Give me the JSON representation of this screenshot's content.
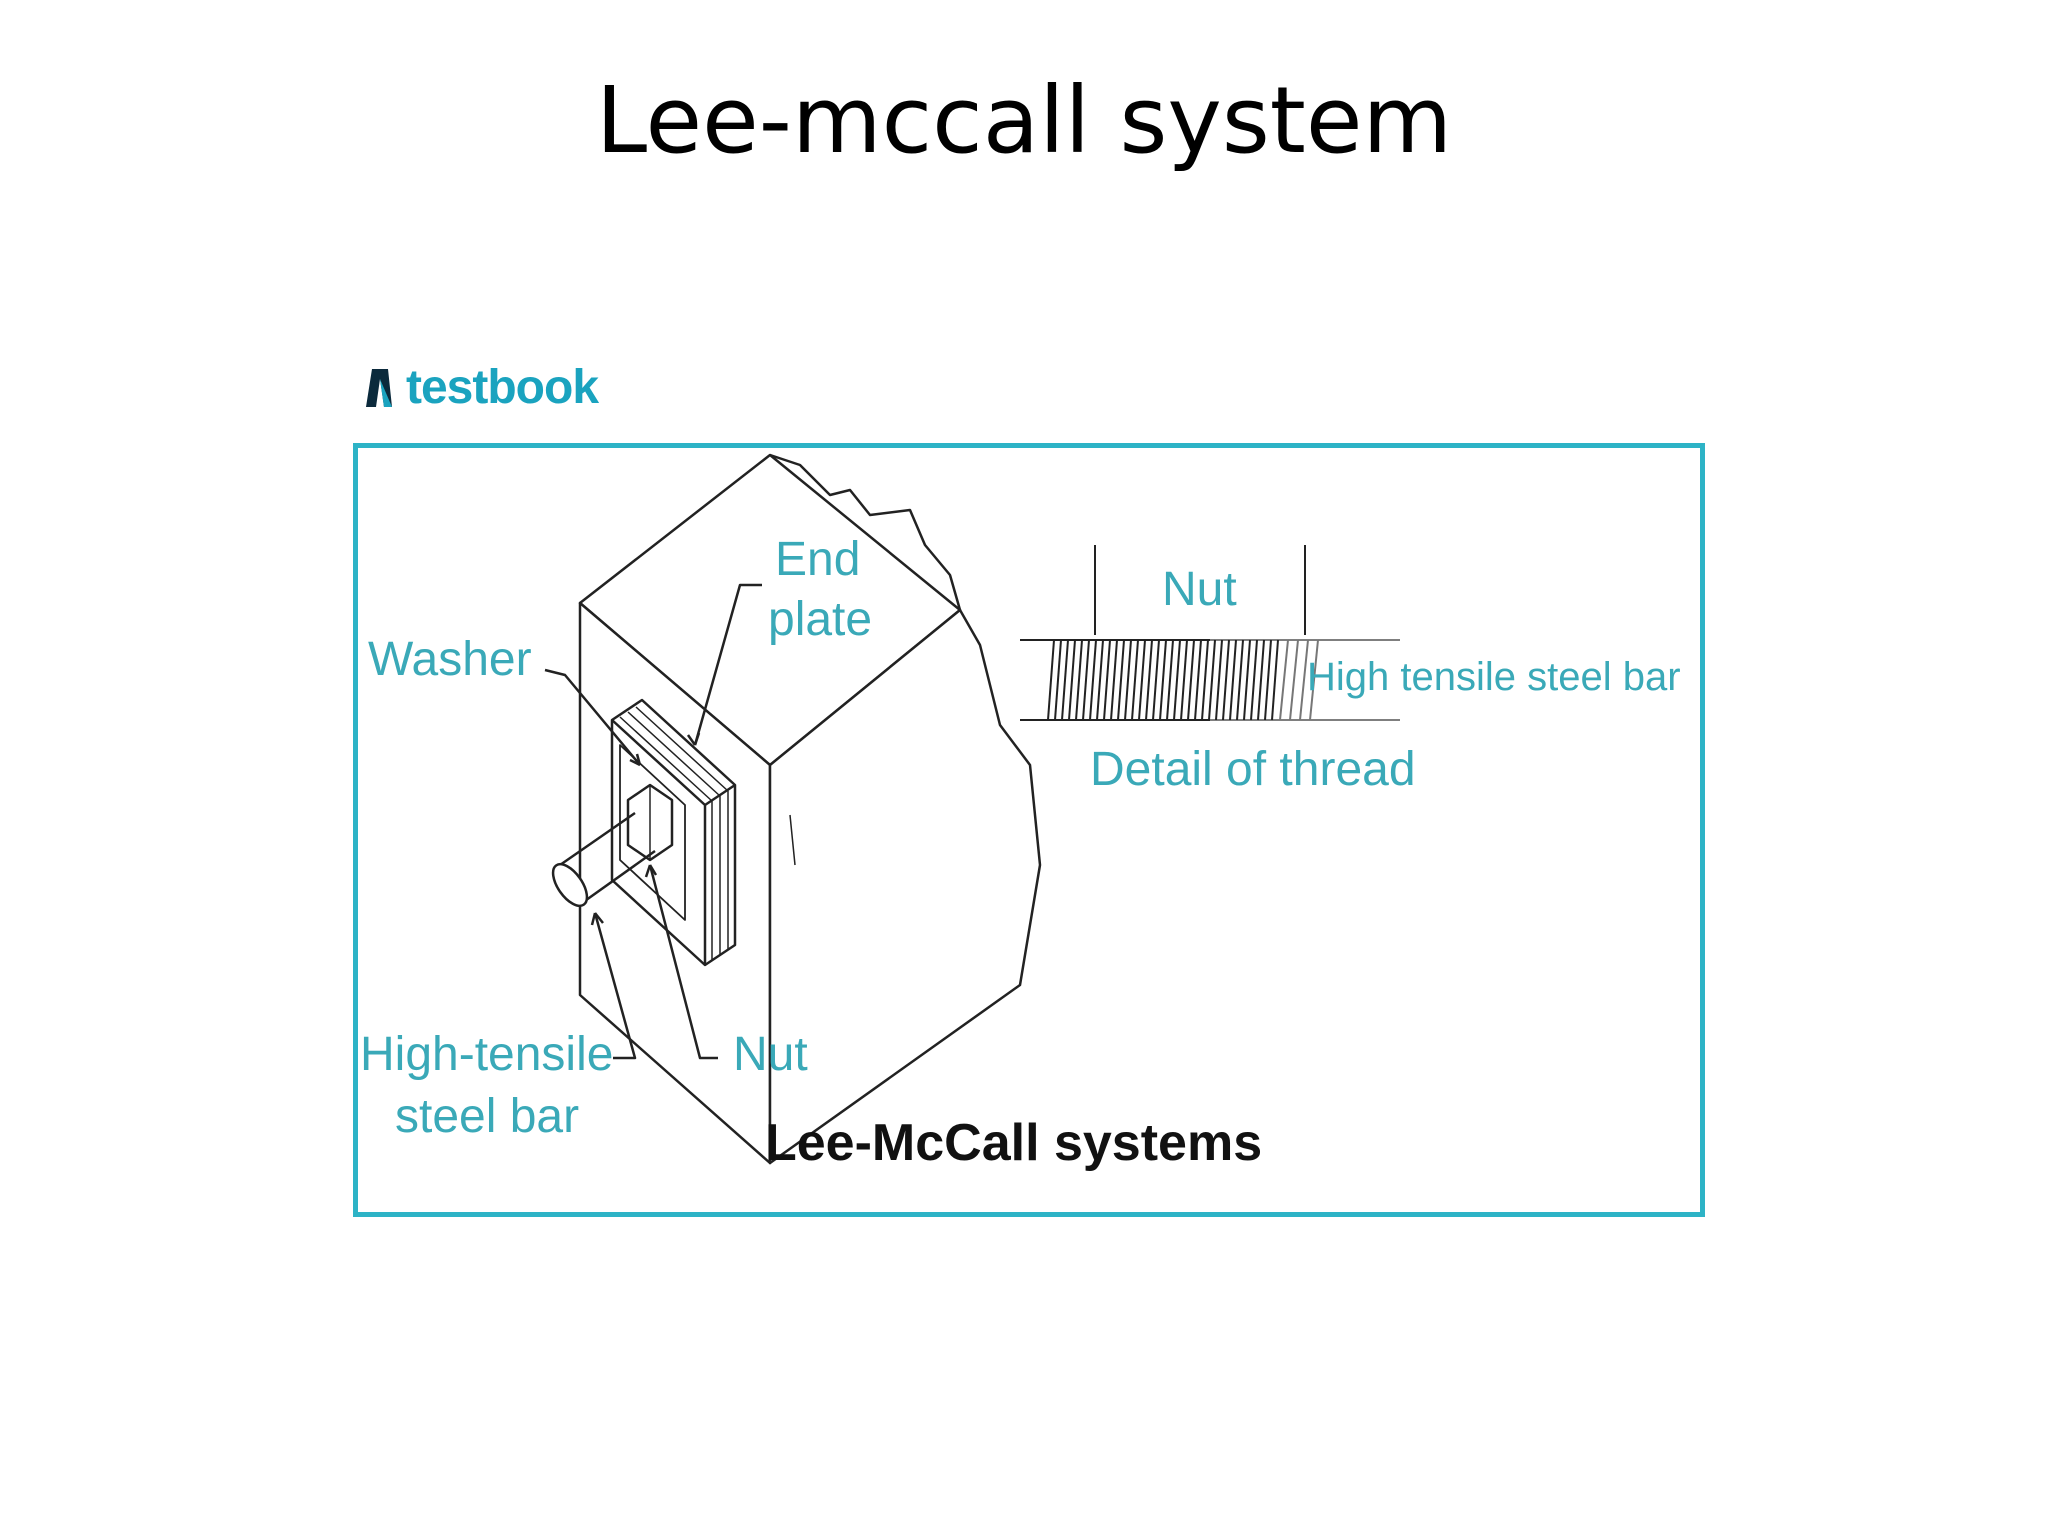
{
  "slide": {
    "title": "Lee-mccall system"
  },
  "logo": {
    "icon": "testbook-logo-icon",
    "text": "testbook"
  },
  "diagram": {
    "labels": {
      "end_plate_line1": "End",
      "end_plate_line2": "plate",
      "washer": "Washer",
      "bar_line1": "High-tensile",
      "bar_line2": "steel bar",
      "nut": "Nut",
      "detail_nut": "Nut",
      "detail_bar": "High tensile steel bar",
      "detail_caption": "Detail of thread"
    },
    "caption": "Lee-McCall systems",
    "colors": {
      "label": "#3aa9b8",
      "frame": "#2db3c6",
      "line": "#222222",
      "caption": "#111111"
    }
  }
}
